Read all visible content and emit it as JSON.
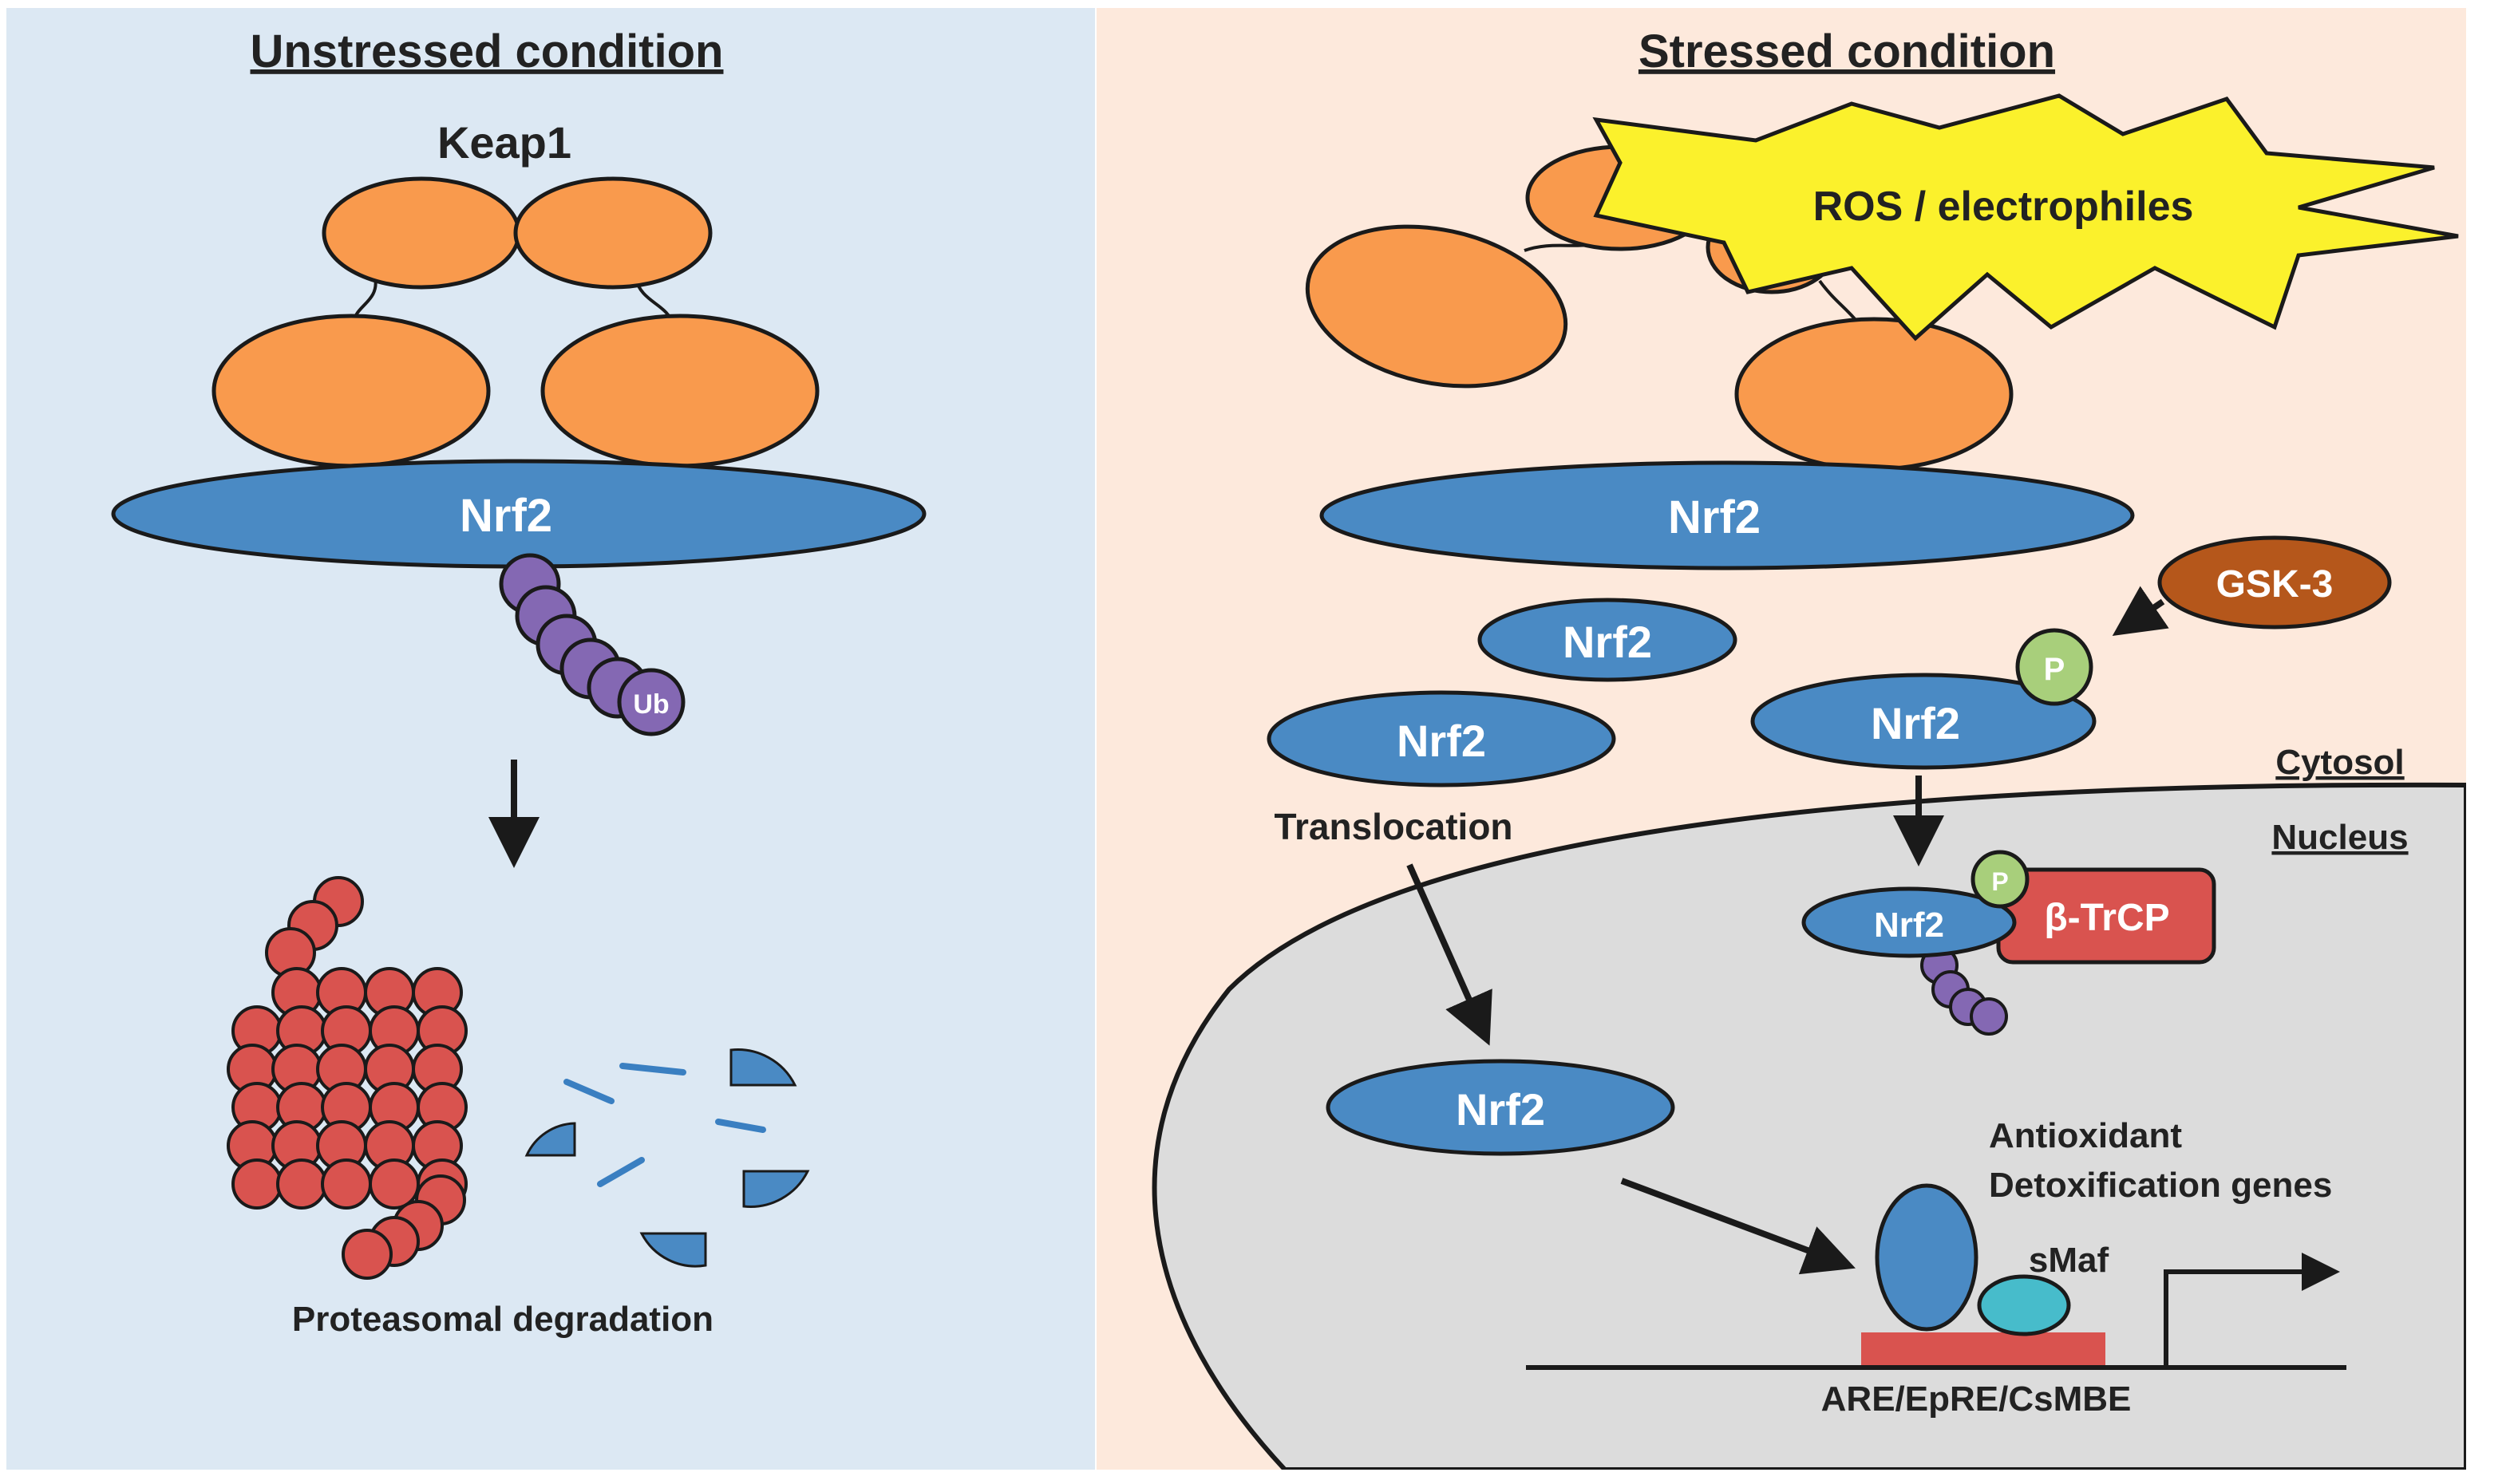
{
  "colors": {
    "left_bg": "#dce8f3",
    "right_bg": "#fde9dc",
    "nucleus": "#dcdcdc",
    "keap1": "#f99a4d",
    "nrf2": "#4a8ac4",
    "ubiquitin": "#8468b3",
    "proteasome": "#d9534f",
    "phosphate": "#a8cf7b",
    "gsk3": "#b5571b",
    "btrcp": "#d9534f",
    "burst": "#fbf12c",
    "smaf": "#47bccb",
    "are_element": "#d9534f",
    "stroke": "#1a1a1a"
  },
  "left_panel": {
    "title": "Unstressed condition",
    "keap1_label": "Keap1",
    "nrf2_label": "Nrf2",
    "ub_label": "Ub",
    "degradation_label": "Proteasomal degradation"
  },
  "right_panel": {
    "title": "Stressed condition",
    "stress_label": "ROS / electrophiles",
    "nrf2_bound_label": "Nrf2",
    "nrf2_free_small_label": "Nrf2",
    "nrf2_free_large_label": "Nrf2",
    "nrf2_phospho_label": "Nrf2",
    "phosphate_label": "P",
    "gsk3_label": "GSK-3",
    "translocation_label": "Translocation",
    "cytosol_label": "Cytosol",
    "nucleus_label": "Nucleus",
    "nrf2_btrcp_label": "Nrf2",
    "phosphate_nuclear_label": "P",
    "btrcp_label": "β-TrCP",
    "nrf2_nuclear_label": "Nrf2",
    "genes_line1": "Antioxidant",
    "genes_line2": "Detoxification genes",
    "smaf_label": "sMaf",
    "are_label": "ARE/EpRE/CsMBE"
  }
}
